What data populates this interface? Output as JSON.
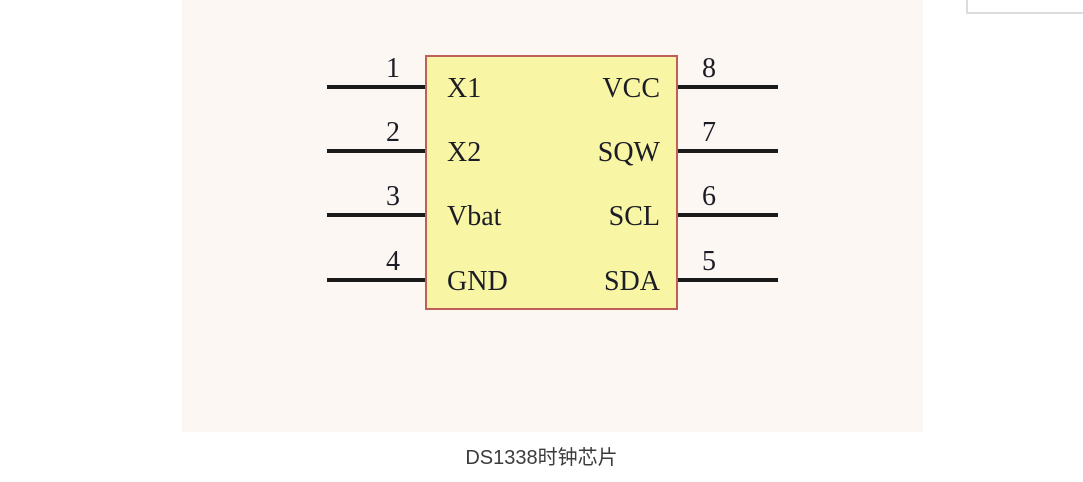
{
  "diagram": {
    "caption": "DS1338时钟芯片",
    "chip": {
      "pins_left": [
        {
          "number": "1",
          "label": "X1"
        },
        {
          "number": "2",
          "label": "X2"
        },
        {
          "number": "3",
          "label": "Vbat"
        },
        {
          "number": "4",
          "label": "GND"
        }
      ],
      "pins_right": [
        {
          "number": "8",
          "label": "VCC"
        },
        {
          "number": "7",
          "label": "SQW"
        },
        {
          "number": "6",
          "label": "SCL"
        },
        {
          "number": "5",
          "label": "SDA"
        }
      ]
    },
    "colors": {
      "chip_fill": "#F8F5A4",
      "chip_border": "#C05E5A",
      "pin_line": "#1A1A1A",
      "pin_text": "#1C1C26",
      "canvas_background": "#FCF7F2",
      "caption_text": "#3C3C3C",
      "corner_line": "#DCDCDC"
    }
  }
}
